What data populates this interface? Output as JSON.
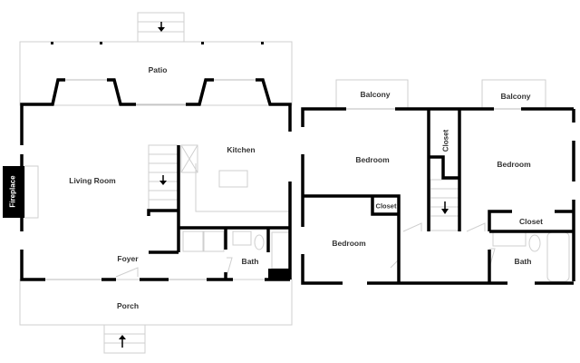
{
  "floor_plan": {
    "first_floor": {
      "rooms": {
        "patio": "Patio",
        "living_room": "Living Room",
        "kitchen": "Kitchen",
        "foyer": "Foyer",
        "bath": "Bath",
        "porch": "Porch",
        "fireplace": "Fireplace"
      }
    },
    "second_floor": {
      "rooms": {
        "balcony_left": "Balcony",
        "balcony_right": "Balcony",
        "bedroom_top_left": "Bedroom",
        "bedroom_right": "Bedroom",
        "bedroom_bottom_left": "Bedroom",
        "closet_vertical": "Closet",
        "closet_small": "Closet",
        "closet_right": "Closet",
        "bath": "Bath"
      }
    }
  }
}
